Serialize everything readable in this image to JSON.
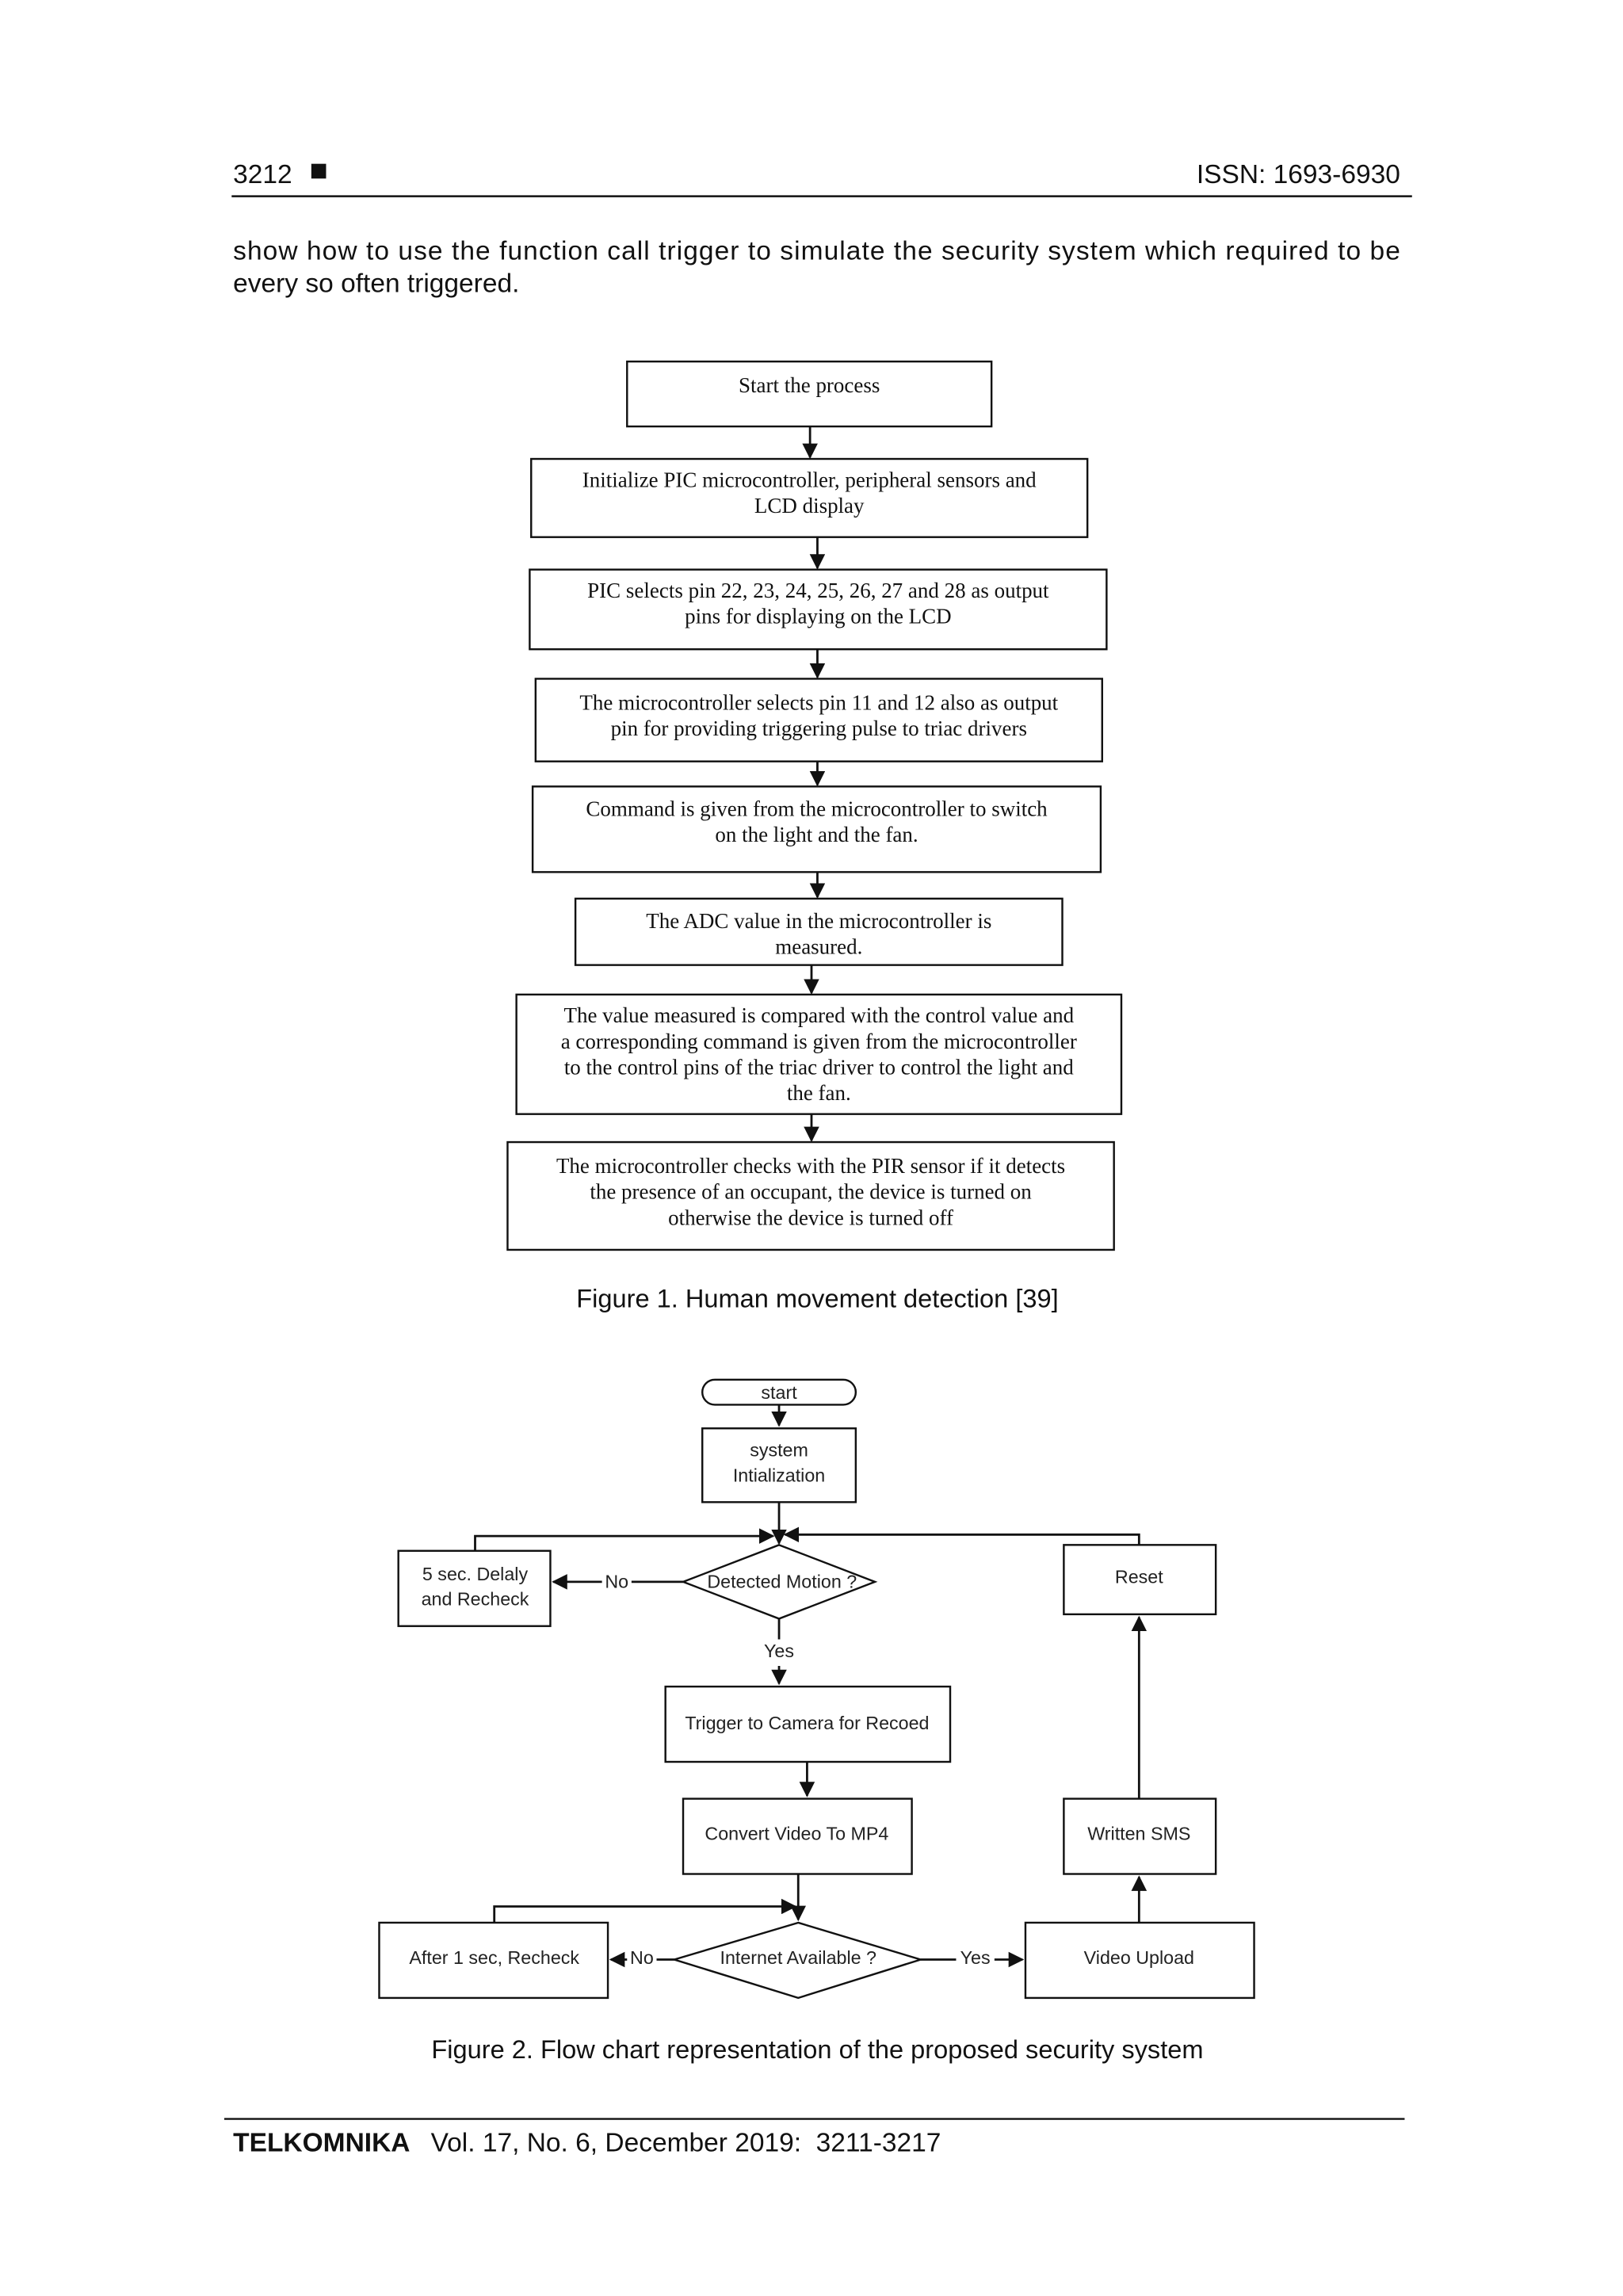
{
  "header": {
    "page_number": "3212",
    "issn": "ISSN: 1693-6930"
  },
  "body_text": {
    "line1": "show how to use the function call trigger to simulate the security system which required to be",
    "line2": "every so often triggered."
  },
  "figure1": {
    "boxes": [
      {
        "lines": [
          "Start the process"
        ]
      },
      {
        "lines": [
          "Initialize PIC microcontroller, peripheral sensors and",
          "LCD display"
        ]
      },
      {
        "lines": [
          "PIC selects pin 22, 23, 24, 25, 26, 27 and 28 as output",
          "pins for displaying on the LCD"
        ]
      },
      {
        "lines": [
          "The microcontroller selects pin 11 and 12 also as output",
          "pin for providing triggering pulse to triac drivers"
        ]
      },
      {
        "lines": [
          "Command is given from the microcontroller to switch",
          "on the light and the fan."
        ]
      },
      {
        "lines": [
          "The ADC value in the microcontroller is",
          "measured."
        ]
      },
      {
        "lines": [
          "The value measured is compared with the control value and",
          "a corresponding command is given from the microcontroller",
          "to the control pins of the triac driver to control the light and",
          "the fan."
        ]
      },
      {
        "lines": [
          "The microcontroller checks with the PIR sensor if it detects",
          "the presence of an occupant, the device is turned on",
          "otherwise the device is turned off"
        ]
      }
    ],
    "caption": "Figure 1. Human movement detection [39]"
  },
  "figure2": {
    "start": "start",
    "init": [
      "system",
      "Intialization"
    ],
    "detected_motion": "Detected Motion ?",
    "delay": [
      "5 sec. Delaly",
      "and Recheck"
    ],
    "no1": "No",
    "yes1": "Yes",
    "reset": "Reset",
    "trigger": "Trigger to Camera for Recoed",
    "convert": "Convert Video To MP4",
    "internet": "Internet Available ?",
    "after": "After 1 sec, Recheck",
    "no2": "No",
    "yes2": "Yes",
    "upload": "Video Upload",
    "sms": "Written SMS",
    "caption": "Figure 2. Flow chart representation of the proposed security system"
  },
  "footer": {
    "journal": "TELKOMNIKA",
    "citation": "Vol. 17, No. 6, December 2019:  3211-3217"
  }
}
